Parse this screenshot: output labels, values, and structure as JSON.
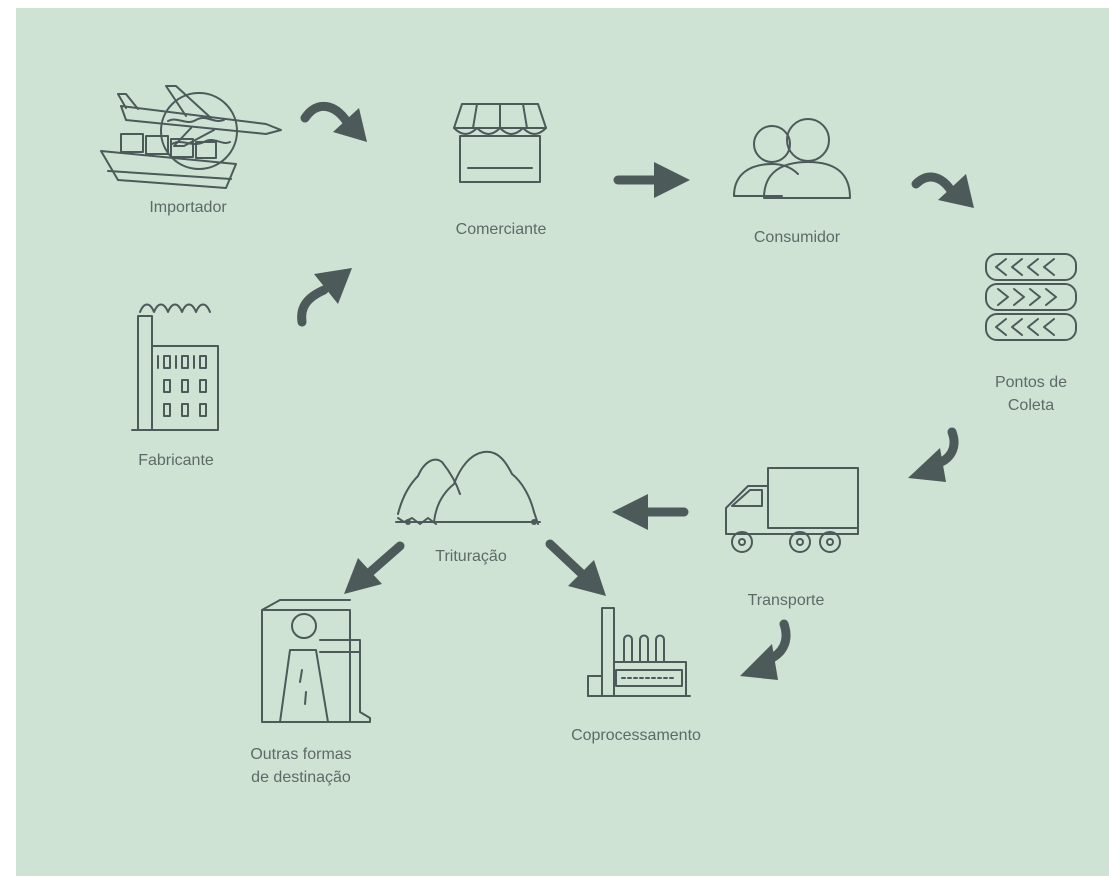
{
  "diagram": {
    "nodes": {
      "importador": {
        "label": "Importador",
        "icon": "import-icon"
      },
      "comerciante": {
        "label": "Comerciante",
        "icon": "storefront-icon"
      },
      "consumidor": {
        "label": "Consumidor",
        "icon": "people-icon"
      },
      "pontos": {
        "line1": "Pontos de",
        "line2": "Coleta",
        "icon": "tire-stack-icon"
      },
      "fabricante": {
        "label": "Fabricante",
        "icon": "factory-icon"
      },
      "trituracao": {
        "label": "Trituração",
        "icon": "shredded-pile-icon"
      },
      "transporte": {
        "label": "Transporte",
        "icon": "truck-icon"
      },
      "outras": {
        "line1": "Outras formas",
        "line2": "de destinação",
        "icon": "road-boot-icon"
      },
      "coprocessamento": {
        "label": "Coprocessamento",
        "icon": "industrial-plant-icon"
      }
    },
    "edges": [
      {
        "from": "Importador",
        "to": "Comerciante"
      },
      {
        "from": "Fabricante",
        "to": "Comerciante"
      },
      {
        "from": "Comerciante",
        "to": "Consumidor"
      },
      {
        "from": "Consumidor",
        "to": "Pontos de Coleta"
      },
      {
        "from": "Pontos de Coleta",
        "to": "Transporte"
      },
      {
        "from": "Transporte",
        "to": "Trituração"
      },
      {
        "from": "Transporte",
        "to": "Coprocessamento"
      },
      {
        "from": "Trituração",
        "to": "Outras formas de destinação"
      },
      {
        "from": "Trituração",
        "to": "Coprocessamento"
      }
    ],
    "colors": {
      "background": "#cfe3d5",
      "ink": "#4c5a5a",
      "text": "#5d6a68"
    }
  }
}
